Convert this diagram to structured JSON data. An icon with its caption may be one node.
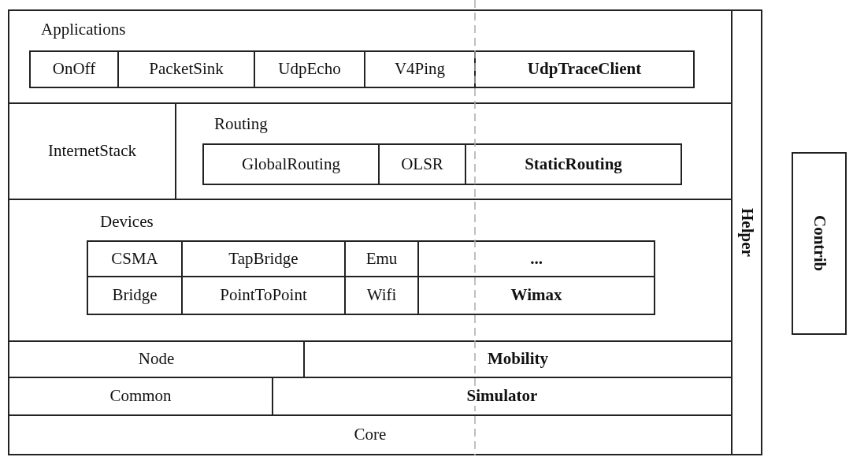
{
  "diagram": {
    "nodes": [
      {
        "text": [
          "Applications"
        ]
      },
      {
        "text": [
          "OnOff"
        ],
        "in": 0
      },
      {
        "text": [
          "PacketSink"
        ],
        "in": 0
      },
      {
        "text": [
          "UdpEcho"
        ],
        "in": 0
      },
      {
        "text": [
          "V4Ping"
        ],
        "in": 0
      },
      {
        "text": [
          "UdpTraceClient"
        ],
        "in": 0
      },
      {
        "text": [
          "InternetStack"
        ]
      },
      {
        "text": [
          "Routing"
        ]
      },
      {
        "text": [
          "GlobalRouting"
        ],
        "in": 7
      },
      {
        "text": [
          "OLSR"
        ],
        "in": 7
      },
      {
        "text": [
          "StaticRouting"
        ],
        "in": 7
      },
      {
        "text": [
          "Devices"
        ]
      },
      {
        "text": [
          "CSMA"
        ],
        "in": 11
      },
      {
        "text": [
          "TapBridge"
        ],
        "in": 11
      },
      {
        "text": [
          "Emu"
        ],
        "in": 11
      },
      {
        "text": [
          "..."
        ],
        "in": 11
      },
      {
        "text": [
          "Bridge"
        ],
        "in": 11
      },
      {
        "text": [
          "PointToPoint"
        ],
        "in": 11
      },
      {
        "text": [
          "Wifi"
        ],
        "in": 11
      },
      {
        "text": [
          "Wimax"
        ],
        "in": 11
      },
      {
        "text": [
          "Node"
        ]
      },
      {
        "text": [
          "Mobility"
        ]
      },
      {
        "text": [
          "Common"
        ]
      },
      {
        "text": [
          "Simulator"
        ]
      },
      {
        "text": [
          "Core"
        ]
      },
      {
        "text": [
          "Helper"
        ]
      },
      {
        "text": [
          "Contrib"
        ]
      }
    ]
  }
}
